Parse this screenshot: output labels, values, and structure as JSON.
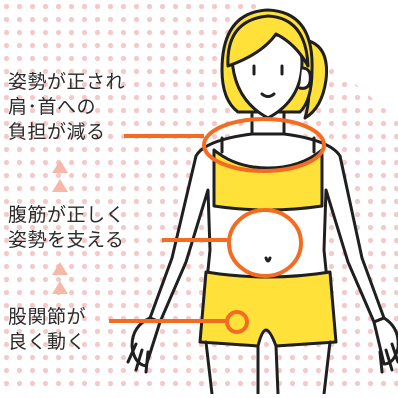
{
  "colors": {
    "accent": "#f36c21",
    "triangle": "#f6b8a8",
    "dots": "#f3c9c9",
    "yellow": "#ffe13a",
    "skin": "#ffffff",
    "outline": "#1f1f1f"
  },
  "annotations": [
    {
      "lines": [
        "姿勢が正され",
        "肩･首への",
        "負担が減る"
      ]
    },
    {
      "lines": [
        "腹筋が正しく",
        "姿勢を支える"
      ]
    },
    {
      "lines": [
        "股関節が",
        "良く動く"
      ]
    }
  ],
  "icons": [
    "up-triangle-icon",
    "target-circle-icon"
  ]
}
